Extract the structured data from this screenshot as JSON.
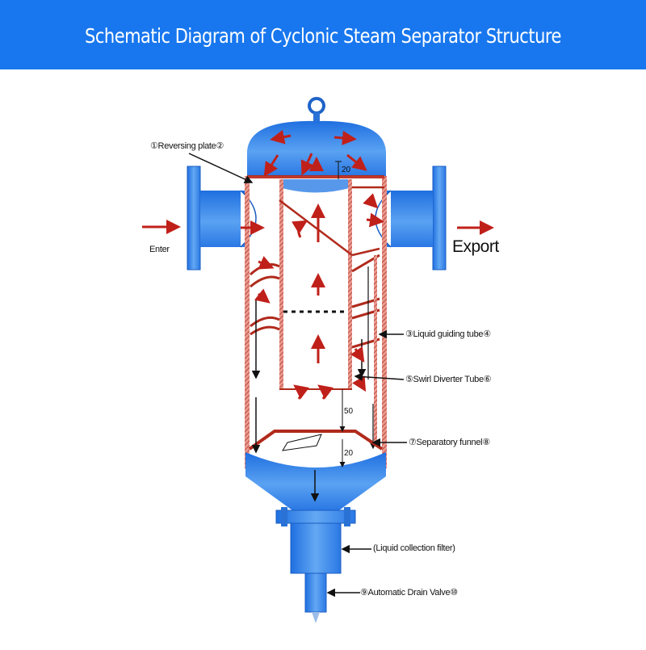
{
  "header": {
    "title": "Schematic Diagram of Cyclonic Steam Separator Structure"
  },
  "labels": {
    "reversing_plate": "①Reversing plate②",
    "enter": "Enter",
    "export": "Export",
    "liquid_guiding_tube": "③Liquid guiding tube④",
    "swirl_diverter_tube": "⑤Swirl Diverter Tube⑥",
    "separatory_funnel": "⑦Separatory funnel⑧",
    "liquid_collection_filter": "(Liquid collection filter)",
    "automatic_drain_valve": "⑨Automatic Drain Valve⑩"
  },
  "dimensions": {
    "top_gap": "20",
    "middle_gap": "50",
    "bottom_gap": "20"
  },
  "colors": {
    "banner": "#1877ee",
    "vessel_fill": "#3a86e8",
    "wall": "#c0392b",
    "flow_arrow": "#c0201a",
    "line": "#111111"
  }
}
